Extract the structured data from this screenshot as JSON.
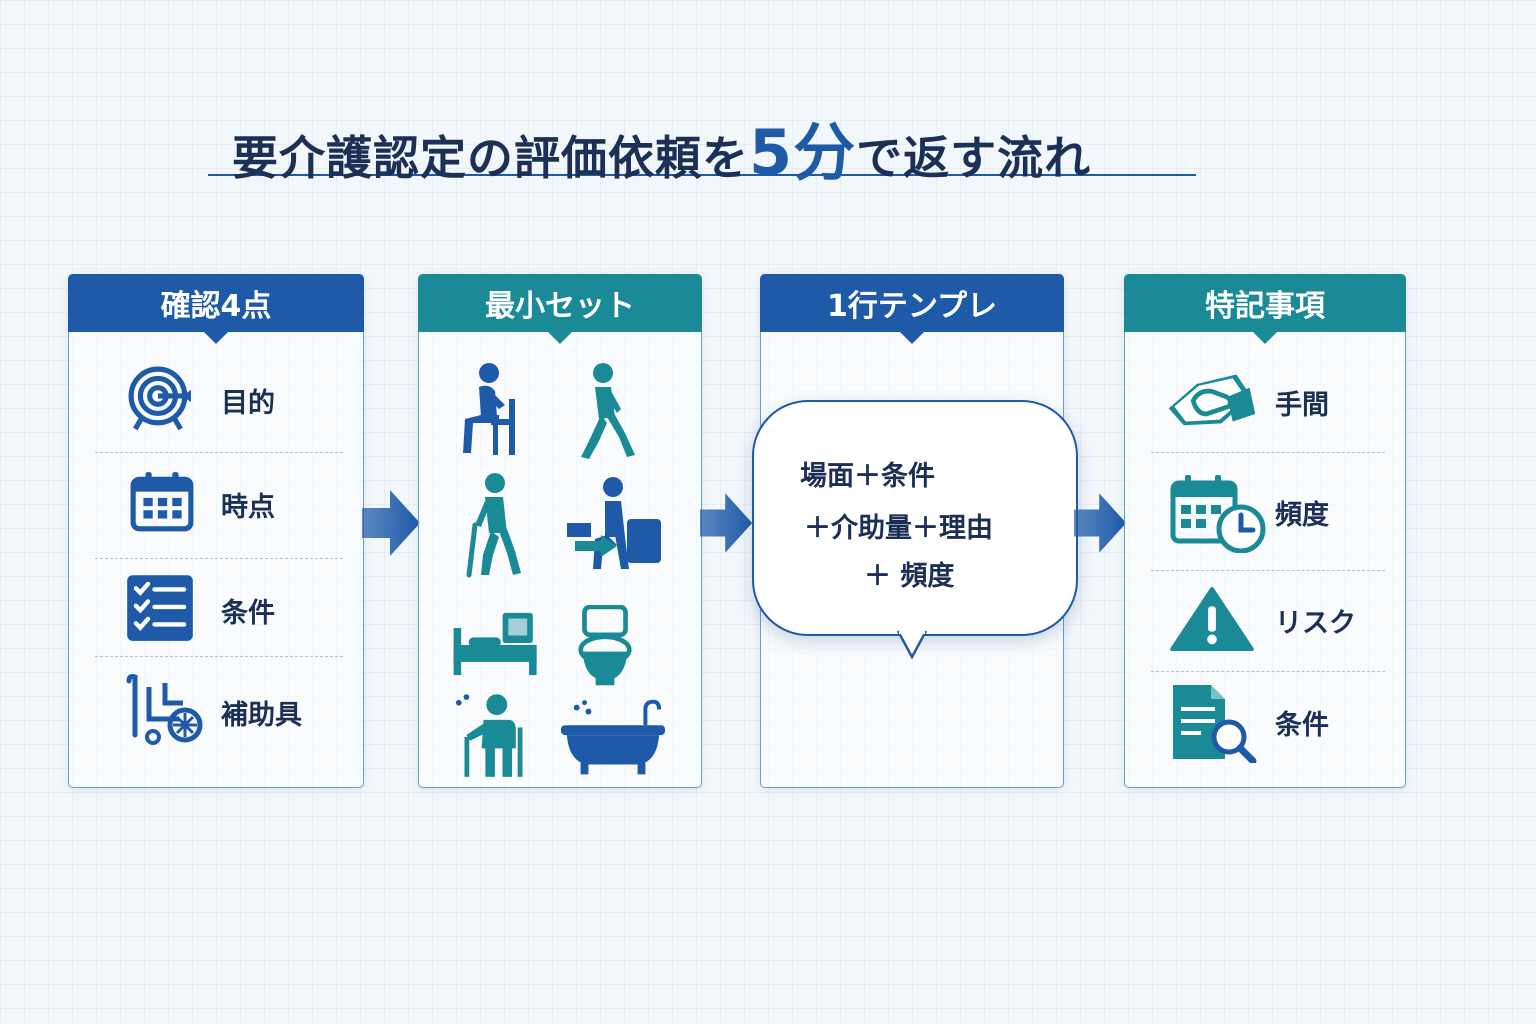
{
  "title": {
    "before": "要介護認定の評価依頼を",
    "number": "5分",
    "after": "で返す流れ"
  },
  "colors": {
    "blue": "#1e5aa8",
    "teal": "#1a8a96",
    "text": "#1c2f55"
  },
  "cards": [
    {
      "header": "確認4点",
      "items": [
        {
          "label": "目的",
          "icon": "target-icon"
        },
        {
          "label": "時点",
          "icon": "calendar-icon"
        },
        {
          "label": "条件",
          "icon": "checklist-icon"
        },
        {
          "label": "補助具",
          "icon": "wheelchair-cane-icon"
        }
      ]
    },
    {
      "header": "最小セット",
      "icons": [
        "sitting-person-icon",
        "walking-person-icon",
        "cane-walking-icon",
        "transfer-icon",
        "bed-icon",
        "toilet-icon",
        "elderly-person-icon",
        "bathtub-icon"
      ]
    },
    {
      "header": "1行テンプレ",
      "template_lines": [
        "場面＋条件",
        "＋介助量＋理由",
        "＋ 頻度"
      ]
    },
    {
      "header": "特記事項",
      "items": [
        {
          "label": "手間",
          "icon": "hand-wiping-icon"
        },
        {
          "label": "頻度",
          "icon": "calendar-clock-icon"
        },
        {
          "label": "リスク",
          "icon": "warning-icon"
        },
        {
          "label": "条件",
          "icon": "document-search-icon"
        }
      ]
    }
  ]
}
